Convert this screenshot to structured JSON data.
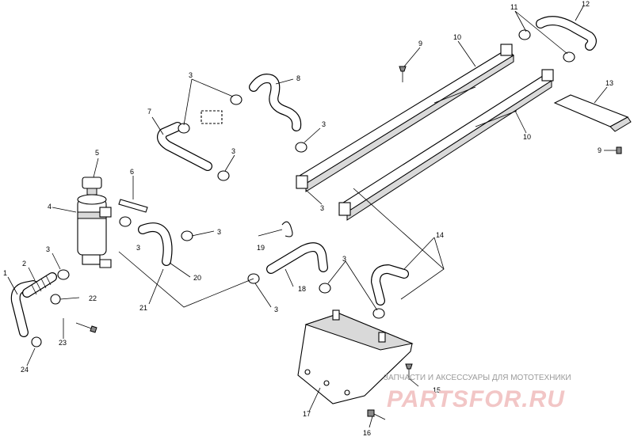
{
  "callouts": [
    "1",
    "2",
    "3",
    "3",
    "3",
    "3",
    "3",
    "3",
    "3",
    "3",
    "3",
    "4",
    "5",
    "6",
    "7",
    "8",
    "9",
    "9",
    "10",
    "10",
    "11",
    "12",
    "13",
    "14",
    "15",
    "16",
    "17",
    "18",
    "19",
    "20",
    "21",
    "22",
    "23",
    "24"
  ],
  "watermark": {
    "tagline": "ЗАПЧАСТИ И АКСЕССУАРЫ ДЛЯ МОТОТЕХНИКИ",
    "logo": "PARTSFOR.RU"
  }
}
